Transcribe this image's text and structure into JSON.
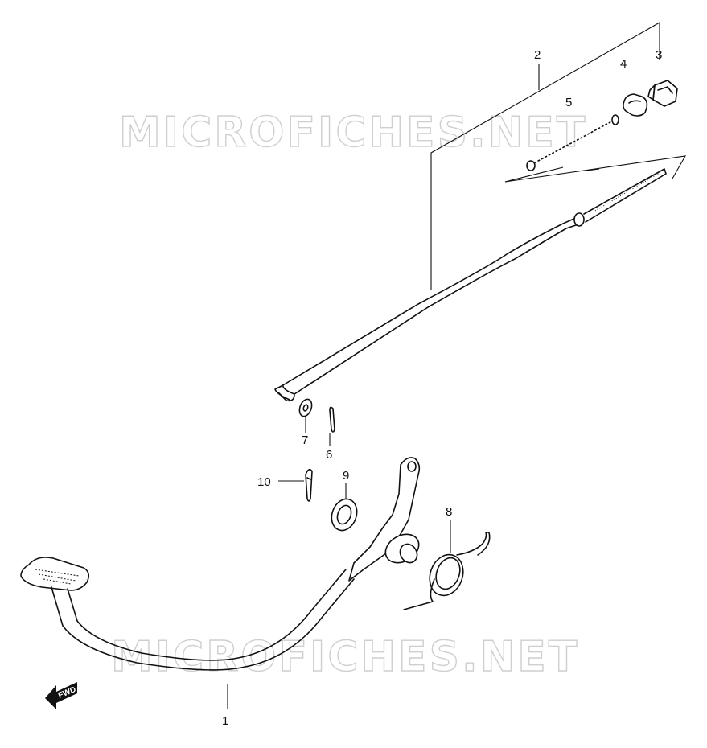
{
  "watermark": {
    "text_top": "MICROFICHES.NET",
    "text_bottom": "MICROFICHES.NET",
    "color": "#cfcfcf"
  },
  "fwd_label": "FWD",
  "callouts": {
    "c1": "1",
    "c2": "2",
    "c3": "3",
    "c4": "4",
    "c5": "5",
    "c6": "6",
    "c7": "7",
    "c8": "8",
    "c9": "9",
    "c10": "10"
  },
  "parts": {
    "pedal": "brake-pedal",
    "rod": "brake-rod",
    "nut": "adjusting-nut",
    "joint": "joint",
    "spring": "rod-spring",
    "cotter_pin_a": "cotter-pin",
    "washer_a": "washer",
    "return_spring": "return-spring",
    "washer_b": "washer",
    "cotter_pin_b": "cotter-pin"
  }
}
